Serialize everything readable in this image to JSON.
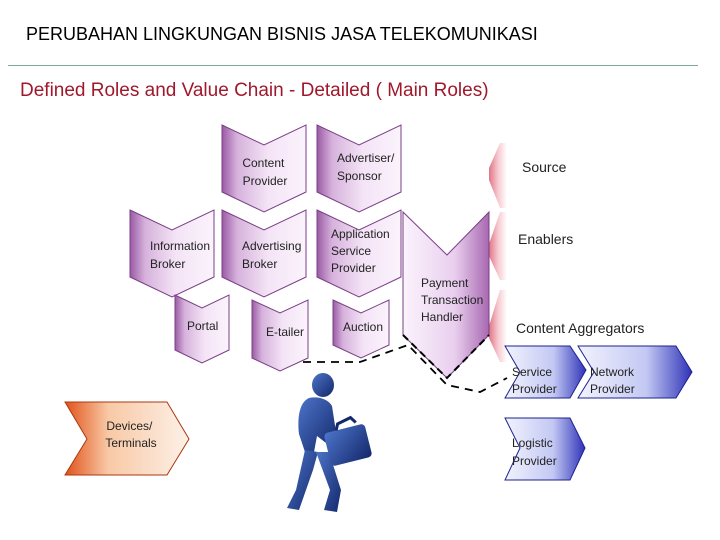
{
  "header": {
    "title": "PERUBAHAN LINGKUNGAN BISNIS JASA TELEKOMUNIKASI",
    "subtitle": "Defined Roles and Value Chain - Detailed ( Main Roles)"
  },
  "roles": {
    "content_provider": [
      "Content",
      "Provider"
    ],
    "advertiser_sponsor": [
      "Advertiser/",
      "Sponsor"
    ],
    "information_broker": [
      "Information",
      "Broker"
    ],
    "advertising_broker": [
      "Advertising",
      "Broker"
    ],
    "application_service_provider": [
      "Application",
      "Service",
      "Provider"
    ],
    "portal": "Portal",
    "e_tailer": "E-tailer",
    "auction": "Auction",
    "payment_transaction_handler": [
      "Payment",
      "Transaction",
      "Handler"
    ],
    "source": "Source",
    "enablers": "Enablers",
    "content_aggregators": "Content Aggregators",
    "service_provider": [
      "Service",
      "Provider"
    ],
    "network_provider": [
      "Network",
      "Provider"
    ],
    "logistic_provider": [
      "Logistic",
      "Provider"
    ],
    "devices_terminals": [
      "Devices/",
      "Terminals"
    ]
  },
  "colors": {
    "purple_light": "#f1d9f3",
    "purple_dark": "#9a5aa4",
    "blue_light": "#cfd3f5",
    "blue_dark": "#2e32b8",
    "orange_light": "#fde8d8",
    "orange_dark": "#e2521a",
    "pink_light": "#fadadd",
    "pink_dark": "#e07586",
    "person": "#1f3f8c",
    "title_red": "#a0182c"
  },
  "icons": {
    "person": "businessman-with-briefcase-icon"
  }
}
